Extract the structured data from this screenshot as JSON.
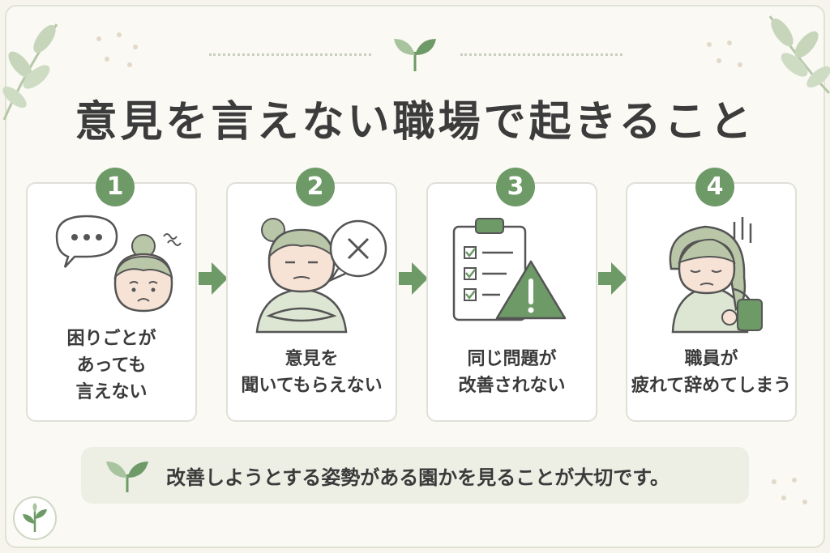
{
  "title": "意見を言えない職場で起きること",
  "steps": [
    {
      "number": "1",
      "lines": [
        "困りごとが",
        "あっても",
        "言えない"
      ],
      "icon": "speech-bubble-worried-person-icon"
    },
    {
      "number": "2",
      "lines": [
        "意見を",
        "聞いてもらえない"
      ],
      "icon": "crossed-arms-rejected-person-icon"
    },
    {
      "number": "3",
      "lines": [
        "同じ問題が",
        "改善されない"
      ],
      "icon": "checklist-warning-icon"
    },
    {
      "number": "4",
      "lines": [
        "職員が",
        "疲れて辞めてしまう"
      ],
      "icon": "tired-leaving-person-icon"
    }
  ],
  "banner": {
    "text": "改善しようとする姿勢がある園かを見ることが大切です。",
    "icon": "sprout-icon"
  },
  "colors": {
    "accent": "#6d9a66",
    "accent_light": "#a8c49f",
    "background": "#faf9f4",
    "banner_bg": "#edeee4",
    "skin": "#f7e3d6",
    "hair": "#b9c7a8"
  }
}
